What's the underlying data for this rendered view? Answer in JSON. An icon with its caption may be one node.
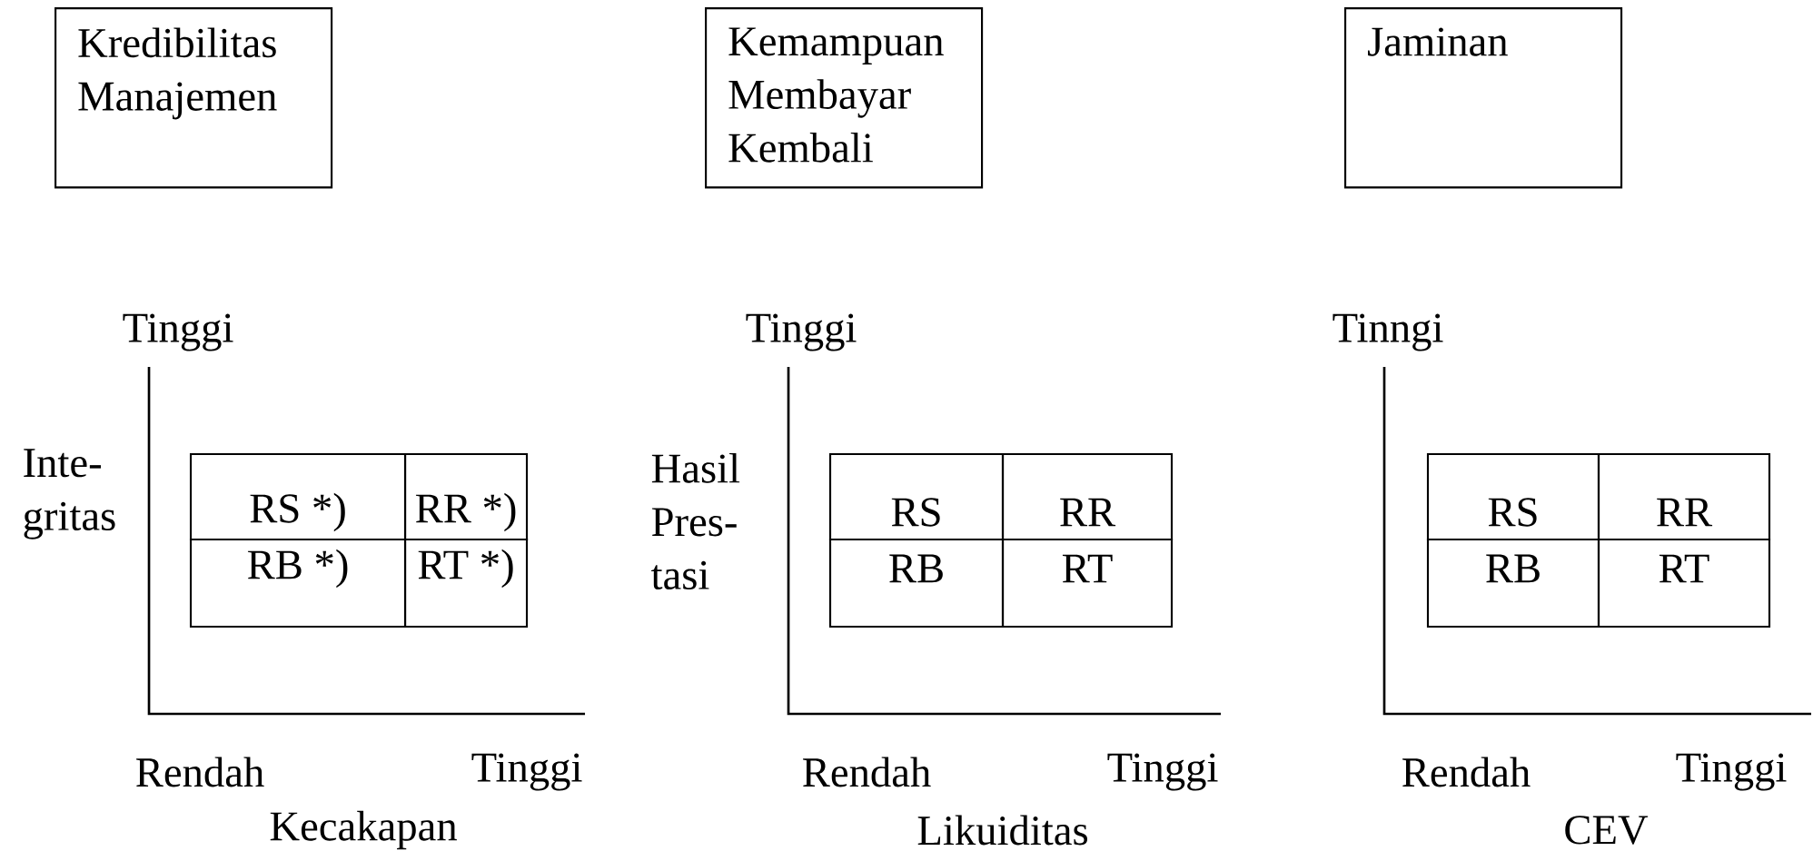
{
  "diagram": {
    "nodes": [
      {
        "text": [
          "Kredibilitas Manajemen"
        ]
      },
      {
        "text": [
          "Kemampuan Membayar Kembali"
        ]
      },
      {
        "text": [
          "Jaminan"
        ]
      }
    ],
    "labels": [
      "Tinggi",
      "Inte- gritas",
      "RS *)",
      "RR *)",
      "RB *)",
      "RT *)",
      "Rendah",
      "Tinggi",
      "Kecakapan",
      "Tinggi",
      "Hasil Pres- tasi",
      "RS",
      "RR",
      "RB",
      "RT",
      "Rendah",
      "Tinggi",
      "Likuiditas",
      "Tinngi",
      "RS",
      "RR",
      "RB",
      "RT",
      "Rendah",
      "Tinggi",
      "CEV"
    ]
  }
}
